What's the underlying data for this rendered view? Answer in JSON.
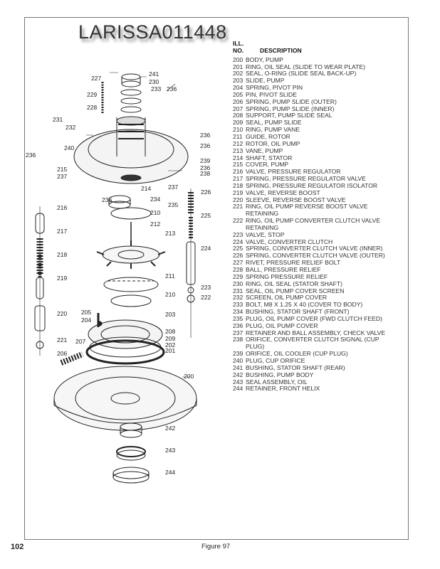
{
  "watermark": "LARISSA011448",
  "legend": {
    "header_ill": "ILL.",
    "header_no": "NO.",
    "header_desc": "DESCRIPTION",
    "items": [
      {
        "no": "200",
        "desc": "BODY, PUMP"
      },
      {
        "no": "201",
        "desc": "RING, OIL SEAL (SLIDE TO WEAR PLATE)"
      },
      {
        "no": "202",
        "desc": "SEAL, O-RING (SLIDE SEAL BACK-UP)"
      },
      {
        "no": "203",
        "desc": "SLIDE, PUMP"
      },
      {
        "no": "204",
        "desc": "SPRING, PIVOT PIN"
      },
      {
        "no": "205",
        "desc": "PIN, PIVOT SLIDE"
      },
      {
        "no": "206",
        "desc": "SPRING, PUMP SLIDE (OUTER)"
      },
      {
        "no": "207",
        "desc": "SPRING, PUMP SLIDE (INNER)"
      },
      {
        "no": "208",
        "desc": "SUPPORT, PUMP SLIDE SEAL"
      },
      {
        "no": "209",
        "desc": "SEAL, PUMP SLIDE"
      },
      {
        "no": "210",
        "desc": "RING, PUMP VANE"
      },
      {
        "no": "211",
        "desc": "GUIDE, ROTOR"
      },
      {
        "no": "212",
        "desc": "ROTOR, OIL PUMP"
      },
      {
        "no": "213",
        "desc": "VANE, PUMP"
      },
      {
        "no": "214",
        "desc": "SHAFT, STATOR"
      },
      {
        "no": "215",
        "desc": "COVER, PUMP"
      },
      {
        "no": "216",
        "desc": "VALVE, PRESSURE REGULATOR"
      },
      {
        "no": "217",
        "desc": "SPRING, PRESSURE REGULATOR VALVE"
      },
      {
        "no": "218",
        "desc": "SPRING, PRESSURE REGULATOR ISOLATOR"
      },
      {
        "no": "219",
        "desc": "VALVE, REVERSE BOOST"
      },
      {
        "no": "220",
        "desc": "SLEEVE, REVERSE BOOST VALVE"
      },
      {
        "no": "221",
        "desc": "RING, OIL PUMP REVERSE BOOST VALVE RETAINING"
      },
      {
        "no": "222",
        "desc": "RING, OIL PUMP CONVERTER CLUTCH VALVE RETAINING"
      },
      {
        "no": "223",
        "desc": "VALVE, STOP"
      },
      {
        "no": "224",
        "desc": "VALVE, CONVERTER CLUTCH"
      },
      {
        "no": "225",
        "desc": "SPRING, CONVERTER CLUTCH VALVE (INNER)"
      },
      {
        "no": "226",
        "desc": "SPRING, CONVERTER CLUTCH VALVE (OUTER)"
      },
      {
        "no": "227",
        "desc": "RIVET, PRESSURE RELIEF BOLT"
      },
      {
        "no": "228",
        "desc": "BALL, PRESSURE RELIEF"
      },
      {
        "no": "229",
        "desc": "SPRING PRESSURE RELIEF"
      },
      {
        "no": "230",
        "desc": "RING, OIL SEAL (STATOR SHAFT)"
      },
      {
        "no": "231",
        "desc": "SEAL, OIL PUMP COVER SCREEN"
      },
      {
        "no": "232",
        "desc": "SCREEN, OIL PUMP COVER"
      },
      {
        "no": "233",
        "desc": "BOLT, M8 X 1.25 X 40 (COVER TO BODY)"
      },
      {
        "no": "234",
        "desc": "BUSHING, STATOR SHAFT (FRONT)"
      },
      {
        "no": "235",
        "desc": "PLUG, OIL PUMP COVER (FWD CLUTCH FEED)"
      },
      {
        "no": "236",
        "desc": "PLUG, OIL PUMP COVER"
      },
      {
        "no": "237",
        "desc": "RETAINER AND BALL ASSEMBLY, CHECK VALVE"
      },
      {
        "no": "238",
        "desc": "ORIFICE, CONVERTER CLUTCH SIGNAL (CUP PLUG)"
      },
      {
        "no": "239",
        "desc": "ORIFICE, OIL COOLER (CUP PLUG)"
      },
      {
        "no": "240",
        "desc": "PLUG, CUP ORIFICE"
      },
      {
        "no": "241",
        "desc": "BUSHING, STATOR SHAFT (REAR)"
      },
      {
        "no": "242",
        "desc": "BUSHING, PUMP BODY"
      },
      {
        "no": "243",
        "desc": "SEAL ASSEMBLY, OIL"
      },
      {
        "no": "244",
        "desc": "RETAINER, FRONT HELIX"
      }
    ]
  },
  "diagram_labels": [
    "227",
    "241",
    "230",
    "233",
    "236",
    "229",
    "228",
    "231",
    "232",
    "236",
    "240",
    "236",
    "215",
    "237",
    "236",
    "239",
    "236",
    "238",
    "214",
    "237",
    "236",
    "234",
    "235",
    "226",
    "216",
    "210",
    "212",
    "225",
    "217",
    "213",
    "224",
    "218",
    "219",
    "211",
    "223",
    "210",
    "222",
    "220",
    "205",
    "204",
    "203",
    "221",
    "207",
    "208",
    "209",
    "202",
    "201",
    "206",
    "200",
    "242",
    "243",
    "244"
  ],
  "footer": {
    "page_number": "102",
    "caption": "Figure 97"
  }
}
